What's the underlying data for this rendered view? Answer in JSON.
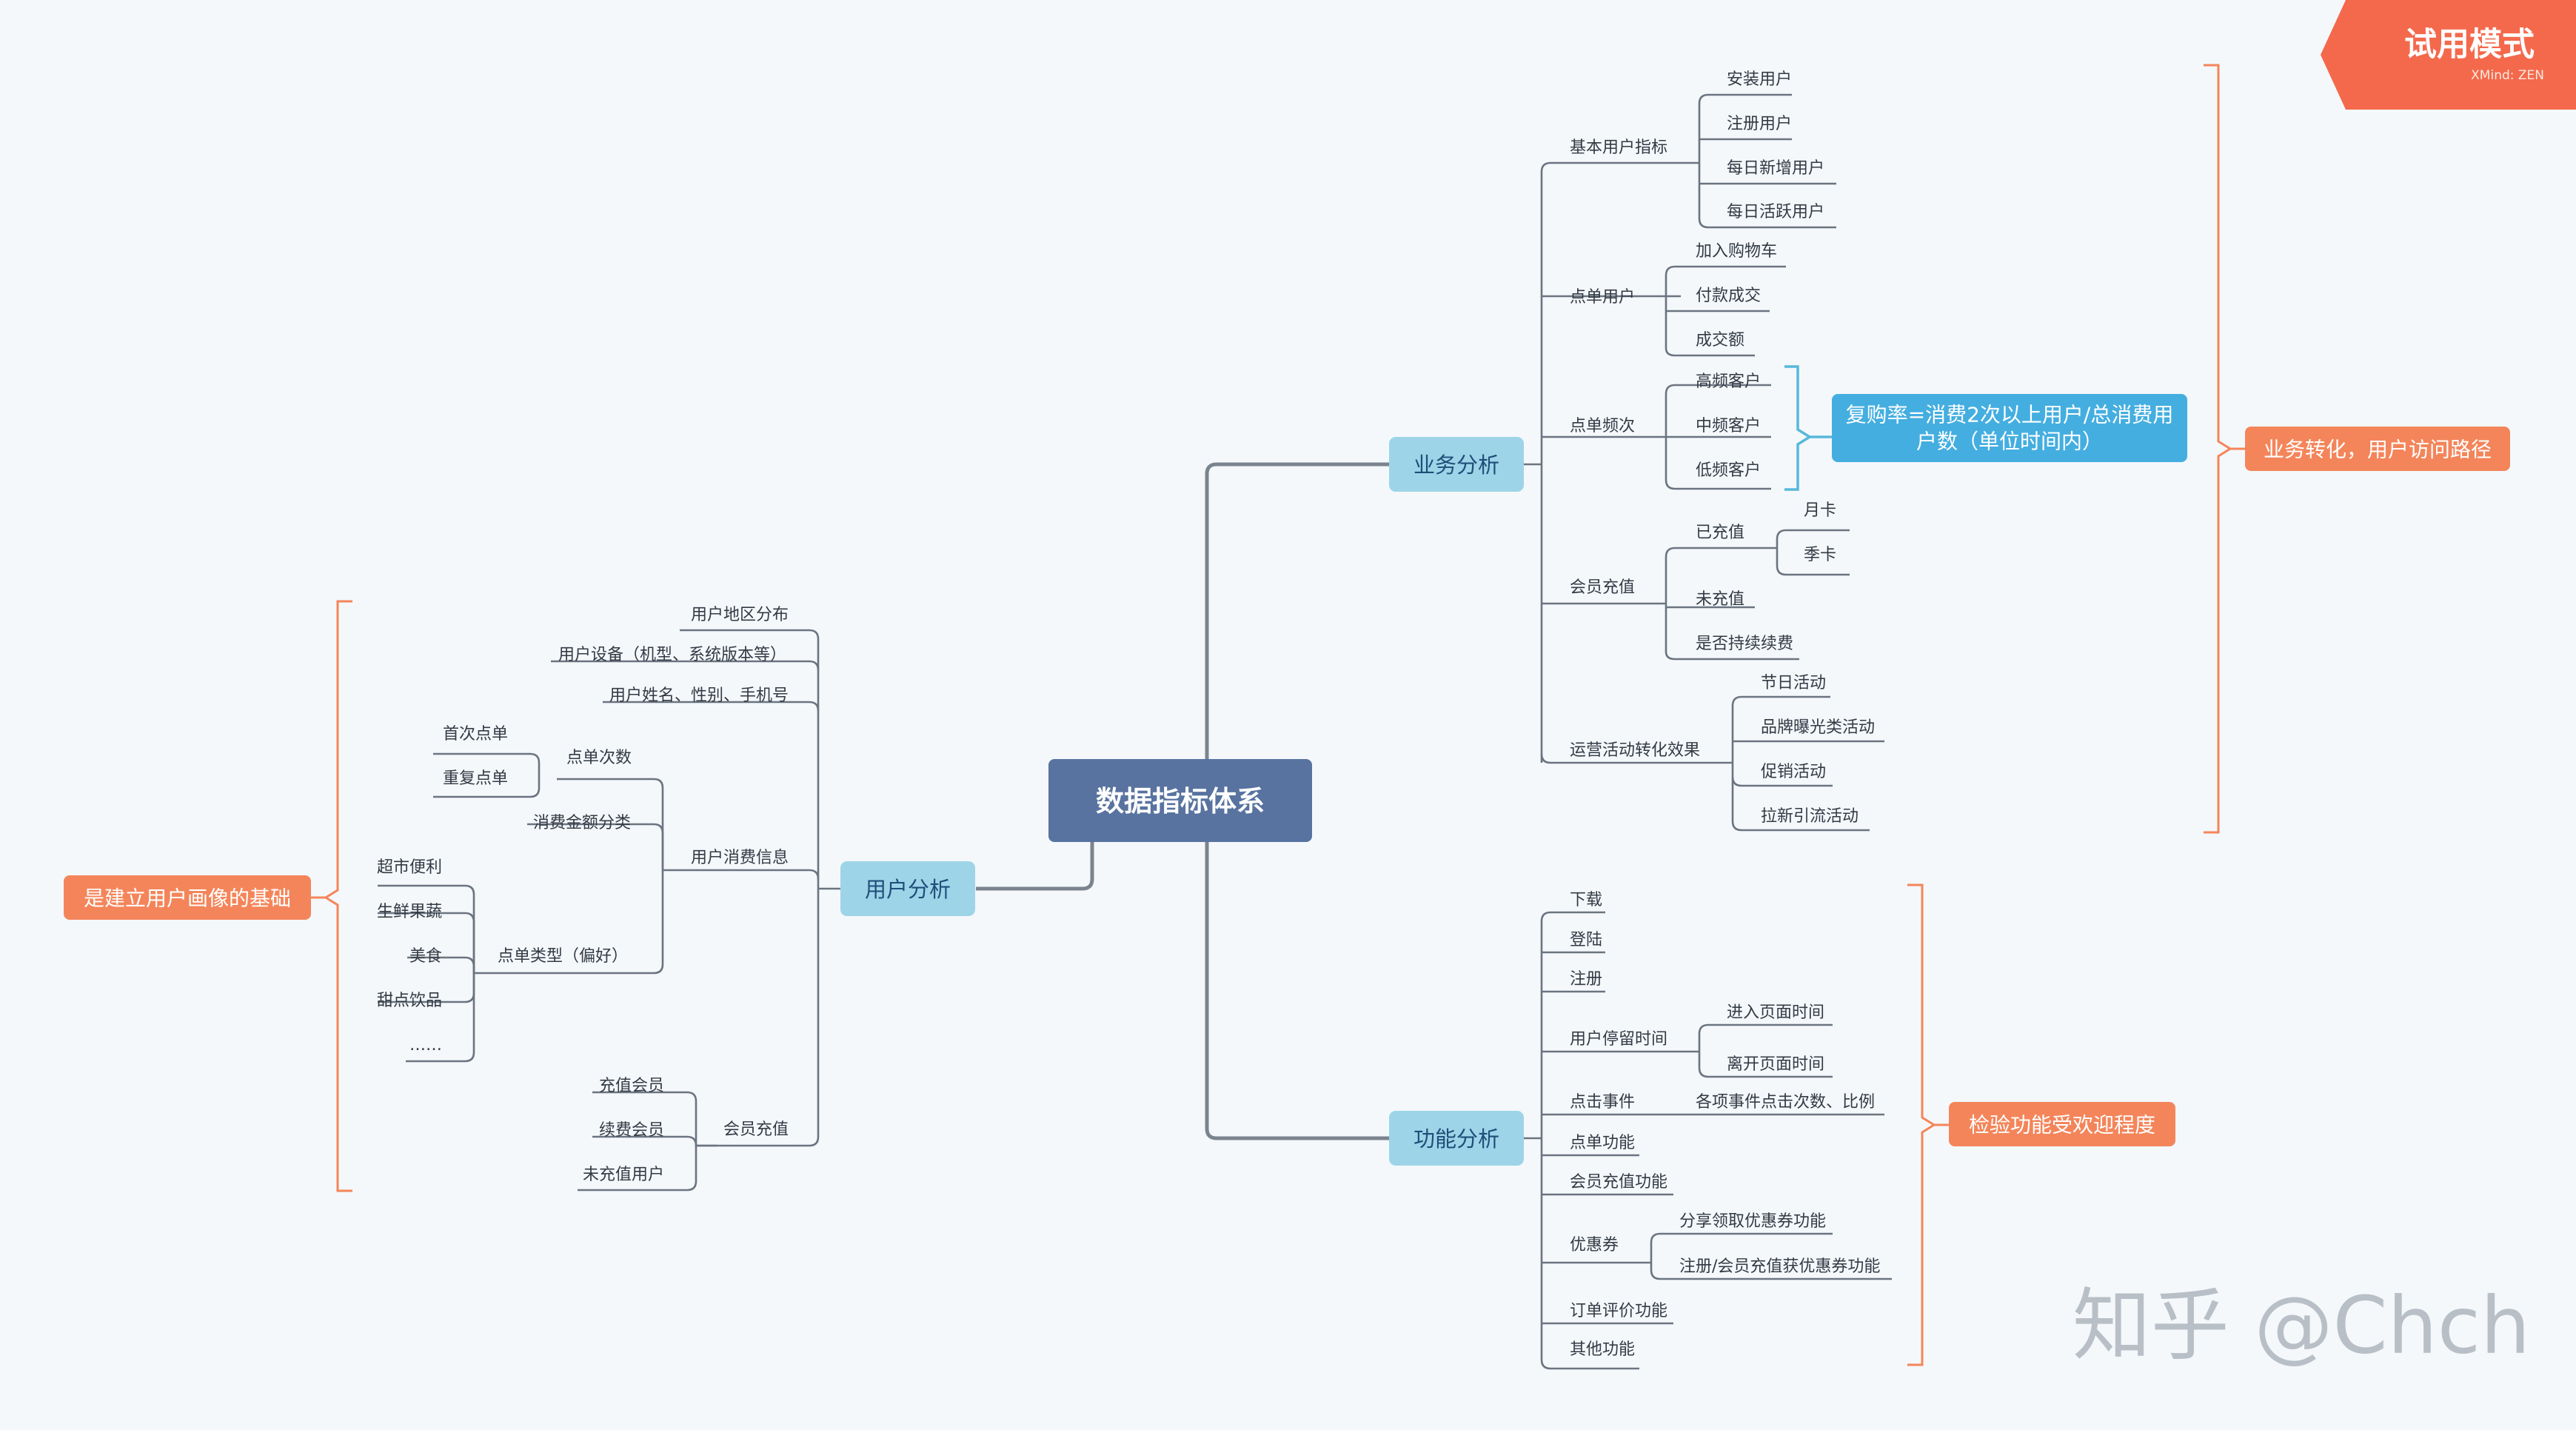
{
  "trial_badge": {
    "title": "试用模式",
    "subtitle": "XMind: ZEN"
  },
  "watermark": "知乎 @Chch",
  "center": "数据指标体系",
  "topics": {
    "business": "业务分析",
    "user": "用户分析",
    "function": "功能分析"
  },
  "callouts": {
    "business": "业务转化，用户访问路径",
    "user": "是建立用户画像的基础",
    "function": "检验功能受欢迎程度",
    "repurchase_line1": "复购率=消费2次以上用户/总消费用",
    "repurchase_line2": "户数（单位时间内）"
  },
  "business": {
    "basic": {
      "label": "基本用户指标",
      "children": [
        "安装用户",
        "注册用户",
        "每日新增用户",
        "每日活跃用户"
      ]
    },
    "order": {
      "label": "点单用户",
      "children": [
        "加入购物车",
        "付款成交",
        "成交额"
      ]
    },
    "frequency": {
      "label": "点单频次",
      "children": [
        "高频客户",
        "中频客户",
        "低频客户"
      ]
    },
    "member": {
      "label": "会员充值",
      "charged": "已充值",
      "charged_children": [
        "月卡",
        "季卡"
      ],
      "uncharged": "未充值",
      "renew": "是否持续续费"
    },
    "ops": {
      "label": "运营活动转化效果",
      "children": [
        "节日活动",
        "品牌曝光类活动",
        "促销活动",
        "拉新引流活动"
      ]
    }
  },
  "function": {
    "download": "下载",
    "login": "登陆",
    "register": "注册",
    "stay": {
      "label": "用户停留时间",
      "children": [
        "进入页面时间",
        "离开页面时间"
      ]
    },
    "click": {
      "label": "点击事件",
      "child": "各项事件点击次数、比例"
    },
    "order_func": "点单功能",
    "member_func": "会员充值功能",
    "coupon": {
      "label": "优惠券",
      "children": [
        "分享领取优惠券功能",
        "注册/会员充值获优惠券功能"
      ]
    },
    "review": "订单评价功能",
    "other": "其他功能"
  },
  "user": {
    "region": "用户地区分布",
    "device": "用户设备（机型、系统版本等）",
    "profile": "用户姓名、性别、手机号",
    "consume": {
      "label": "用户消费信息",
      "times": {
        "label": "点单次数",
        "children": [
          "首次点单",
          "重复点单"
        ]
      },
      "amount": "消费金额分类",
      "type": {
        "label": "点单类型（偏好）",
        "children": [
          "超市便利",
          "生鲜果蔬",
          "美食",
          "甜点饮品",
          "……"
        ]
      }
    },
    "member": {
      "label": "会员充值",
      "children": [
        "充值会员",
        "续费会员",
        "未充值用户"
      ]
    }
  }
}
